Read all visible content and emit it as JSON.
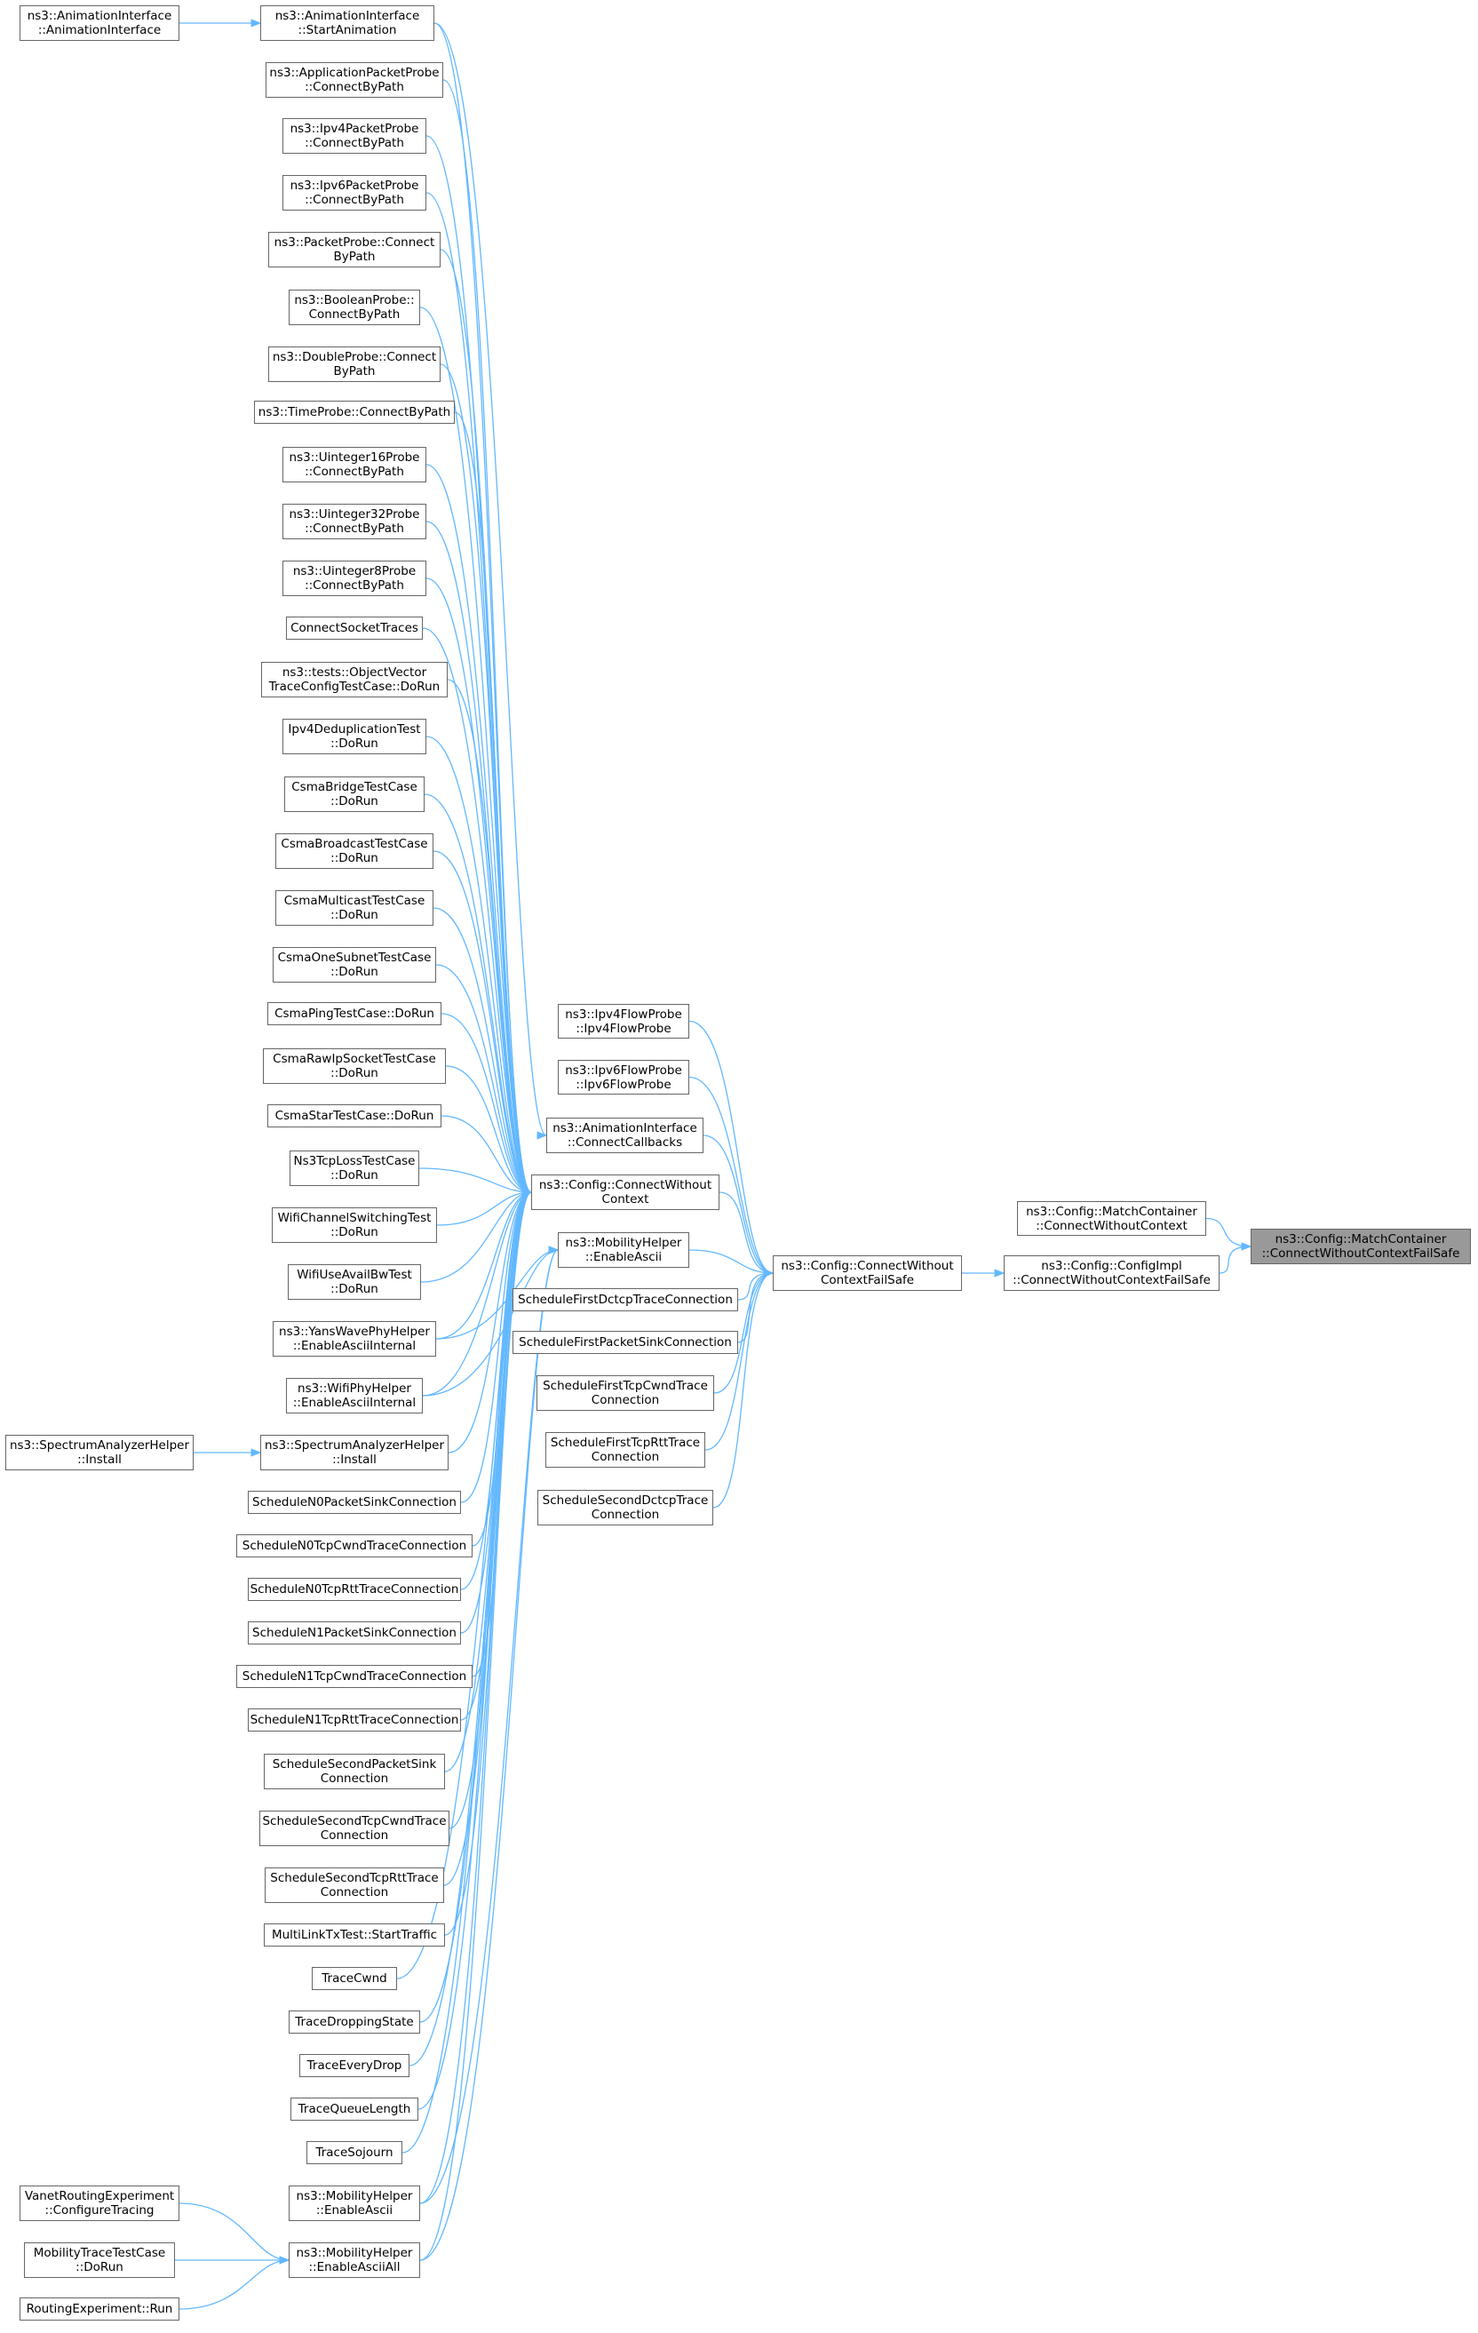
{
  "colors": {
    "edge": "#63b8ff",
    "node_border": "#666666",
    "root_fill": "#999999",
    "text": "#000000"
  },
  "nodes": [
    {
      "id": "root",
      "lines": [
        "ns3::Config::MatchContainer",
        "::ConnectWithoutContextFailSafe"
      ]
    },
    {
      "id": "mc",
      "lines": [
        "ns3::Config::MatchContainer",
        "::ConnectWithoutContext"
      ]
    },
    {
      "id": "cfgimpl",
      "lines": [
        "ns3::Config::ConfigImpl",
        "::ConnectWithoutContextFailSafe"
      ]
    },
    {
      "id": "cwcfs",
      "lines": [
        "ns3::Config::ConnectWithout",
        "ContextFailSafe"
      ]
    },
    {
      "id": "ipv4fp",
      "lines": [
        "ns3::Ipv4FlowProbe",
        "::Ipv4FlowProbe"
      ]
    },
    {
      "id": "ipv6fp",
      "lines": [
        "ns3::Ipv6FlowProbe",
        "::Ipv6FlowProbe"
      ]
    },
    {
      "id": "aicc",
      "lines": [
        "ns3::AnimationInterface",
        "::ConnectCallbacks"
      ]
    },
    {
      "id": "cwc",
      "lines": [
        "ns3::Config::ConnectWithout",
        "Context"
      ]
    },
    {
      "id": "mhea",
      "lines": [
        "ns3::MobilityHelper",
        "::EnableAscii"
      ]
    },
    {
      "id": "sfdtc",
      "lines": [
        "ScheduleFirstDctcpTraceConnection"
      ]
    },
    {
      "id": "sfpsc",
      "lines": [
        "ScheduleFirstPacketSinkConnection"
      ]
    },
    {
      "id": "sftcwnd",
      "lines": [
        "ScheduleFirstTcpCwndTrace",
        "Connection"
      ]
    },
    {
      "id": "sftrtt",
      "lines": [
        "ScheduleFirstTcpRttTrace",
        "Connection"
      ]
    },
    {
      "id": "ssdtc",
      "lines": [
        "ScheduleSecondDctcpTrace",
        "Connection"
      ]
    },
    {
      "id": "aisa",
      "lines": [
        "ns3::AnimationInterface",
        "::StartAnimation"
      ]
    },
    {
      "id": "aiai",
      "lines": [
        "ns3::AnimationInterface",
        "::AnimationInterface"
      ]
    },
    {
      "id": "appp",
      "lines": [
        "ns3::ApplicationPacketProbe",
        "::ConnectByPath"
      ]
    },
    {
      "id": "i4pp",
      "lines": [
        "ns3::Ipv4PacketProbe",
        "::ConnectByPath"
      ]
    },
    {
      "id": "i6pp",
      "lines": [
        "ns3::Ipv6PacketProbe",
        "::ConnectByPath"
      ]
    },
    {
      "id": "pp",
      "lines": [
        "ns3::PacketProbe::Connect",
        "ByPath"
      ]
    },
    {
      "id": "bp",
      "lines": [
        "ns3::BooleanProbe::",
        "ConnectByPath"
      ]
    },
    {
      "id": "dp",
      "lines": [
        "ns3::DoubleProbe::Connect",
        "ByPath"
      ]
    },
    {
      "id": "tp",
      "lines": [
        "ns3::TimeProbe::ConnectByPath"
      ]
    },
    {
      "id": "u16",
      "lines": [
        "ns3::Uinteger16Probe",
        "::ConnectByPath"
      ]
    },
    {
      "id": "u32",
      "lines": [
        "ns3::Uinteger32Probe",
        "::ConnectByPath"
      ]
    },
    {
      "id": "u8",
      "lines": [
        "ns3::Uinteger8Probe",
        "::ConnectByPath"
      ]
    },
    {
      "id": "cst",
      "lines": [
        "ConnectSocketTraces"
      ]
    },
    {
      "id": "ovt",
      "lines": [
        "ns3::tests::ObjectVector",
        "TraceConfigTestCase::DoRun"
      ]
    },
    {
      "id": "ipv4dd",
      "lines": [
        "Ipv4DeduplicationTest",
        "::DoRun"
      ]
    },
    {
      "id": "csmab",
      "lines": [
        "CsmaBridgeTestCase",
        "::DoRun"
      ]
    },
    {
      "id": "csmabc",
      "lines": [
        "CsmaBroadcastTestCase",
        "::DoRun"
      ]
    },
    {
      "id": "csmamc",
      "lines": [
        "CsmaMulticastTestCase",
        "::DoRun"
      ]
    },
    {
      "id": "csmaos",
      "lines": [
        "CsmaOneSubnetTestCase",
        "::DoRun"
      ]
    },
    {
      "id": "csmaping",
      "lines": [
        "CsmaPingTestCase::DoRun"
      ]
    },
    {
      "id": "csmaraw",
      "lines": [
        "CsmaRawIpSocketTestCase",
        "::DoRun"
      ]
    },
    {
      "id": "csmastar",
      "lines": [
        "CsmaStarTestCase::DoRun"
      ]
    },
    {
      "id": "ns3tcp",
      "lines": [
        "Ns3TcpLossTestCase",
        "::DoRun"
      ]
    },
    {
      "id": "wcst",
      "lines": [
        "WifiChannelSwitchingTest",
        "::DoRun"
      ]
    },
    {
      "id": "wuab",
      "lines": [
        "WifiUseAvailBwTest",
        "::DoRun"
      ]
    },
    {
      "id": "ywph",
      "lines": [
        "ns3::YansWavePhyHelper",
        "::EnableAsciiInternal"
      ]
    },
    {
      "id": "wph",
      "lines": [
        "ns3::WifiPhyHelper",
        "::EnableAsciiInternal"
      ]
    },
    {
      "id": "sah",
      "lines": [
        "ns3::SpectrumAnalyzerHelper",
        "::Install"
      ]
    },
    {
      "id": "sah2",
      "lines": [
        "ns3::SpectrumAnalyzerHelper",
        "::Install"
      ]
    },
    {
      "id": "sn0ps",
      "lines": [
        "ScheduleN0PacketSinkConnection"
      ]
    },
    {
      "id": "sn0cw",
      "lines": [
        "ScheduleN0TcpCwndTraceConnection"
      ]
    },
    {
      "id": "sn0rtt",
      "lines": [
        "ScheduleN0TcpRttTraceConnection"
      ]
    },
    {
      "id": "sn1ps",
      "lines": [
        "ScheduleN1PacketSinkConnection"
      ]
    },
    {
      "id": "sn1cw",
      "lines": [
        "ScheduleN1TcpCwndTraceConnection"
      ]
    },
    {
      "id": "sn1rtt",
      "lines": [
        "ScheduleN1TcpRttTraceConnection"
      ]
    },
    {
      "id": "ssps",
      "lines": [
        "ScheduleSecondPacketSink",
        "Connection"
      ]
    },
    {
      "id": "sscw",
      "lines": [
        "ScheduleSecondTcpCwndTrace",
        "Connection"
      ]
    },
    {
      "id": "ssrtt",
      "lines": [
        "ScheduleSecondTcpRttTrace",
        "Connection"
      ]
    },
    {
      "id": "mltx",
      "lines": [
        "MultiLinkTxTest::StartTraffic"
      ]
    },
    {
      "id": "tcwnd",
      "lines": [
        "TraceCwnd"
      ]
    },
    {
      "id": "tds",
      "lines": [
        "TraceDroppingState"
      ]
    },
    {
      "id": "ted",
      "lines": [
        "TraceEveryDrop"
      ]
    },
    {
      "id": "tql",
      "lines": [
        "TraceQueueLength"
      ]
    },
    {
      "id": "tsj",
      "lines": [
        "TraceSojourn"
      ]
    },
    {
      "id": "mhea2",
      "lines": [
        "ns3::MobilityHelper",
        "::EnableAscii"
      ]
    },
    {
      "id": "mheaa",
      "lines": [
        "ns3::MobilityHelper",
        "::EnableAsciiAll"
      ]
    },
    {
      "id": "vre",
      "lines": [
        "VanetRoutingExperiment",
        "::ConfigureTracing"
      ]
    },
    {
      "id": "mttc",
      "lines": [
        "MobilityTraceTestCase",
        "::DoRun"
      ]
    },
    {
      "id": "rer",
      "lines": [
        "RoutingExperiment::Run"
      ]
    }
  ]
}
